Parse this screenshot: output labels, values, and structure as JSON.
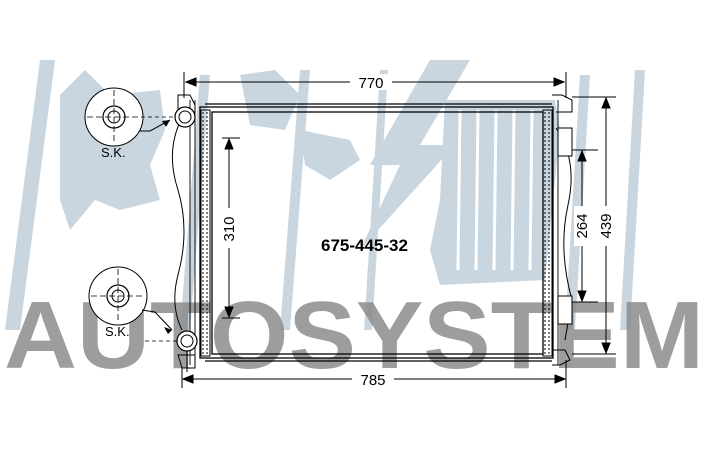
{
  "part_number": "675-445-32",
  "watermark": "AUTOSYSTEM",
  "dimensions": {
    "top_width": "770",
    "bottom_width": "785",
    "core_height": "310",
    "side_height_inner": "264",
    "side_height_outer": "439"
  },
  "connectors": {
    "top_label": "S.K.",
    "bottom_label": "S.K."
  },
  "colors": {
    "line": "#000000",
    "watermark_light": "#c9d6e0",
    "watermark_dark": "#8c8c8c"
  }
}
